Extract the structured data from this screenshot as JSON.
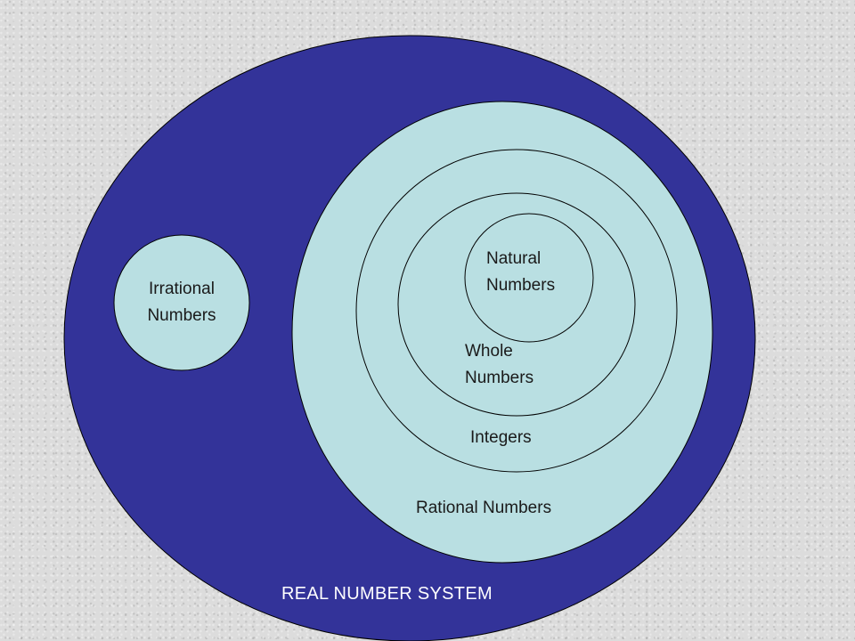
{
  "colors": {
    "real_fill": "#333399",
    "set_fill": "#b9dfe2",
    "outline": "#000000",
    "label_dark": "#1a1a1a",
    "label_light": "#ffffff"
  },
  "labels": {
    "real": "REAL NUMBER SYSTEM",
    "rational": "Rational Numbers",
    "integers": "Integers",
    "whole_line1": "Whole",
    "whole_line2": "Numbers",
    "natural_line1": "Natural",
    "natural_line2": "Numbers",
    "irrational_line1": "Irrational",
    "irrational_line2": "Numbers"
  }
}
